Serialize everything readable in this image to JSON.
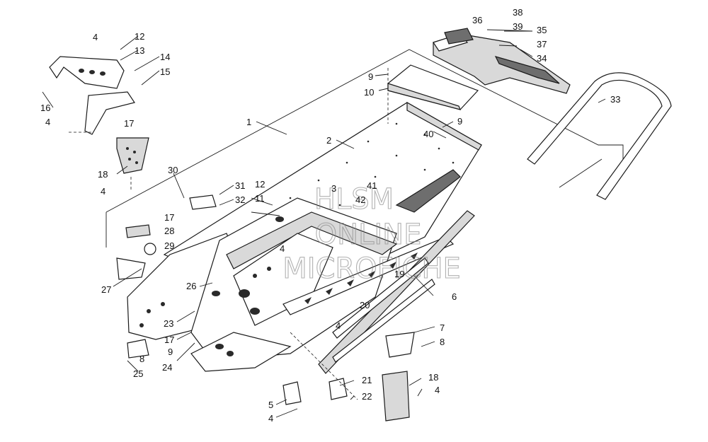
{
  "watermark": {
    "line1": "HLSM",
    "line2": "ONLINE",
    "line3": "MICROFICHE"
  },
  "callouts": {
    "c1": "1",
    "c2": "2",
    "c3": "3",
    "c4a": "4",
    "c4b": "4",
    "c4c": "4",
    "c4d": "4",
    "c4e": "4",
    "c4f": "4",
    "c4g": "4",
    "c5": "5",
    "c6": "6",
    "c7": "7",
    "c8a": "8",
    "c8b": "8",
    "c9a": "9",
    "c9b": "9",
    "c9c": "9",
    "c10": "10",
    "c11": "11",
    "c12a": "12",
    "c12b": "12",
    "c13": "13",
    "c14": "14",
    "c15": "15",
    "c16": "16",
    "c17a": "17",
    "c17b": "17",
    "c17c": "17",
    "c18a": "18",
    "c18b": "18",
    "c19": "19",
    "c20": "20",
    "c21": "21",
    "c22": "22",
    "c23": "23",
    "c24": "24",
    "c25": "25",
    "c26": "26",
    "c27": "27",
    "c28": "28",
    "c29": "29",
    "c30": "30",
    "c31": "31",
    "c32": "32",
    "c33": "33",
    "c34": "34",
    "c35": "35",
    "c36": "36",
    "c37": "37",
    "c38": "38",
    "c39": "39",
    "c40": "40",
    "c41": "41",
    "c42": "42"
  }
}
